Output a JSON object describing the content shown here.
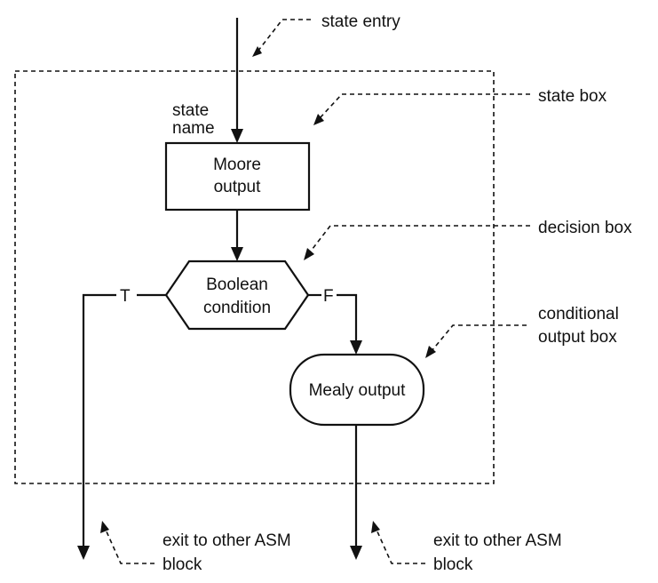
{
  "annotations": {
    "state_entry": "state entry",
    "state_box": "state box",
    "decision_box": "decision box",
    "conditional_output_box": [
      "conditional",
      "output box"
    ],
    "exit_left": [
      "exit to other ASM",
      "block"
    ],
    "exit_right": [
      "exit to other ASM",
      "block"
    ]
  },
  "state_name": [
    "state",
    "name"
  ],
  "state_box_label": [
    "Moore",
    "output"
  ],
  "decision_box_label": [
    "Boolean",
    "condition"
  ],
  "branch_true": "T",
  "branch_false": "F",
  "conditional_box_label": "Mealy output"
}
